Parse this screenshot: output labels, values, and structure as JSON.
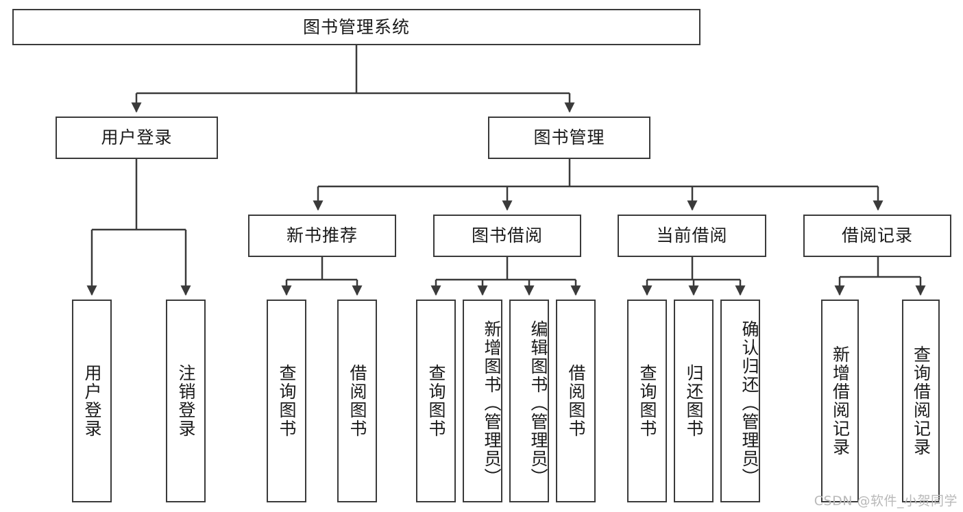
{
  "diagram": {
    "title": "图书管理系统",
    "type": "tree-hierarchy-chart",
    "root": {
      "label": "图书管理系统"
    },
    "level2": [
      {
        "label": "用户登录"
      },
      {
        "label": "图书管理"
      }
    ],
    "level3": [
      {
        "label": "新书推荐"
      },
      {
        "label": "图书借阅"
      },
      {
        "label": "当前借阅"
      },
      {
        "label": "借阅记录"
      }
    ],
    "leaves": {
      "user_login": [
        {
          "label": "用户登录"
        },
        {
          "label": "注销登录"
        }
      ],
      "new_book_recommend": [
        {
          "label": "查询图书"
        },
        {
          "label": "借阅图书"
        }
      ],
      "book_borrow": [
        {
          "label": "查询图书"
        },
        {
          "label": "新增图书（管理员）"
        },
        {
          "label": "编辑图书（管理员）"
        },
        {
          "label": "借阅图书"
        }
      ],
      "current_borrow": [
        {
          "label": "查询图书"
        },
        {
          "label": "归还图书"
        },
        {
          "label": "确认归还（管理员）"
        }
      ],
      "borrow_record": [
        {
          "label": "新增借阅记录"
        },
        {
          "label": "查询借阅记录"
        }
      ]
    }
  },
  "watermark": {
    "text": "CSDN @软件_小贺同学"
  },
  "colors": {
    "stroke": "#3a3a3a",
    "text": "#1a1a1a",
    "background": "#ffffff",
    "watermark": "#b9b9b9"
  }
}
